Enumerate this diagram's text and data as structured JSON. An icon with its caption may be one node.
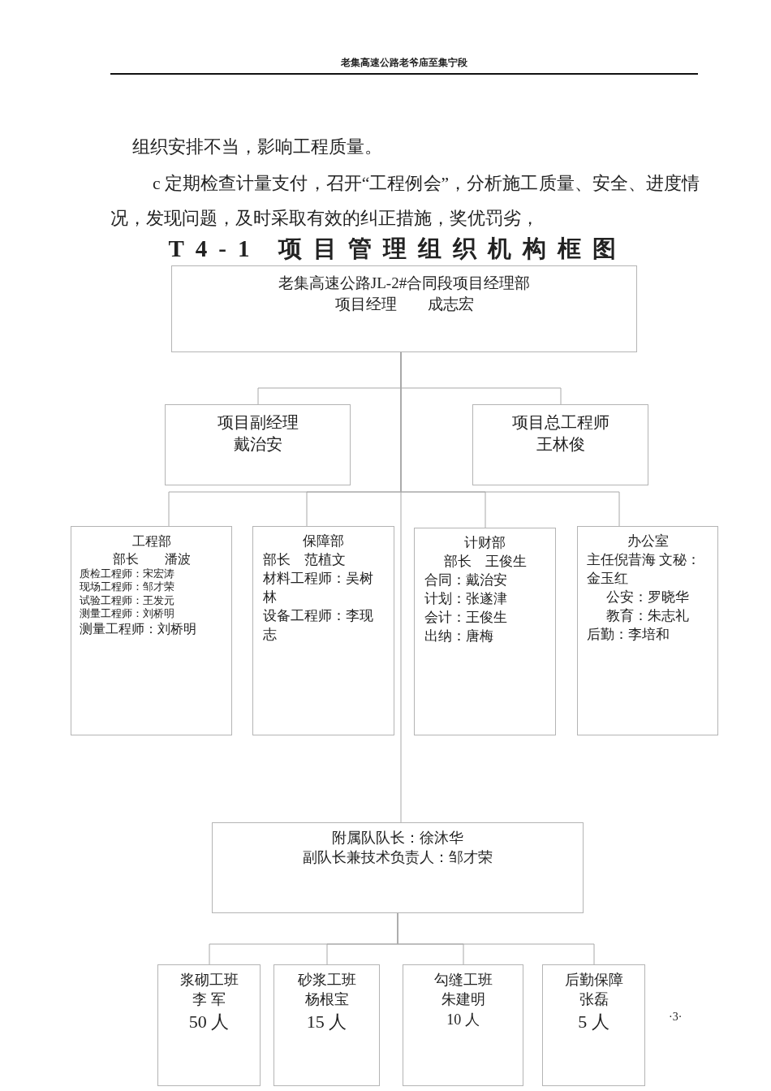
{
  "diagram": {
    "title": "T4-1 项目管理组织机构框图",
    "nodes": [
      {
        "text": [
          "老集高速公路JL-2#合同段项目经理部",
          "项目经理　　成志宏"
        ]
      },
      {
        "text": [
          "项目副经理",
          "戴治安"
        ]
      },
      {
        "text": [
          "项目总工程师",
          "王林俊"
        ]
      },
      {
        "text": [
          "工程部",
          "部长　　潘波",
          "质检工程师：宋宏涛",
          "现场工程师：邹才荣",
          "试验工程师：王发元",
          "测量工程师：刘桥明",
          "测量工程师：刘桥明"
        ]
      },
      {
        "text": [
          "保障部",
          "部长　范植文",
          "材料工程师：吴树林",
          "设备工程师：李现志"
        ]
      },
      {
        "text": [
          "计财部",
          "部长　王俊生",
          "合同：戴治安",
          "计划：张遂津",
          "会计：王俊生",
          "出纳：唐梅"
        ]
      },
      {
        "text": [
          "办公室",
          "主任倪昔海 文秘：金玉红",
          "公安：罗晓华",
          "教育：朱志礼",
          "后勤：李培和"
        ]
      },
      {
        "text": [
          "附属队队长：徐沐华",
          "副队长兼技术负责人：邹才荣"
        ]
      },
      {
        "text": [
          "浆砌工班",
          "李 军",
          "50 人"
        ]
      },
      {
        "text": [
          "砂浆工班",
          "杨根宝",
          "15 人"
        ]
      },
      {
        "text": [
          "勾缝工班",
          "朱建明",
          "10 人"
        ]
      },
      {
        "text": [
          "后勤保障",
          "张磊",
          "5 人"
        ]
      }
    ],
    "edges": [
      {
        "from": 0,
        "to": 1,
        "arrow": "none"
      },
      {
        "from": 0,
        "to": 2,
        "arrow": "none"
      },
      {
        "from": 0,
        "to": 3,
        "arrow": "none"
      },
      {
        "from": 0,
        "to": 4,
        "arrow": "none"
      },
      {
        "from": 0,
        "to": 5,
        "arrow": "none"
      },
      {
        "from": 0,
        "to": 6,
        "arrow": "none"
      },
      {
        "from": 0,
        "to": 7,
        "arrow": "none"
      },
      {
        "from": 7,
        "to": 8,
        "arrow": "none"
      },
      {
        "from": 7,
        "to": 9,
        "arrow": "none"
      },
      {
        "from": 7,
        "to": 10,
        "arrow": "none"
      },
      {
        "from": 7,
        "to": 11,
        "arrow": "none"
      }
    ],
    "labels": [
      "老集高速公路老爷庙至集宁段",
      "组织安排不当，影响工程质量。",
      "c 定期检查计量支付，召开“工程例会”，分析施工质量、安全、进度情况，发现问题，及时采取有效的纠正措施，奖优罚劣，",
      "·3·"
    ]
  }
}
